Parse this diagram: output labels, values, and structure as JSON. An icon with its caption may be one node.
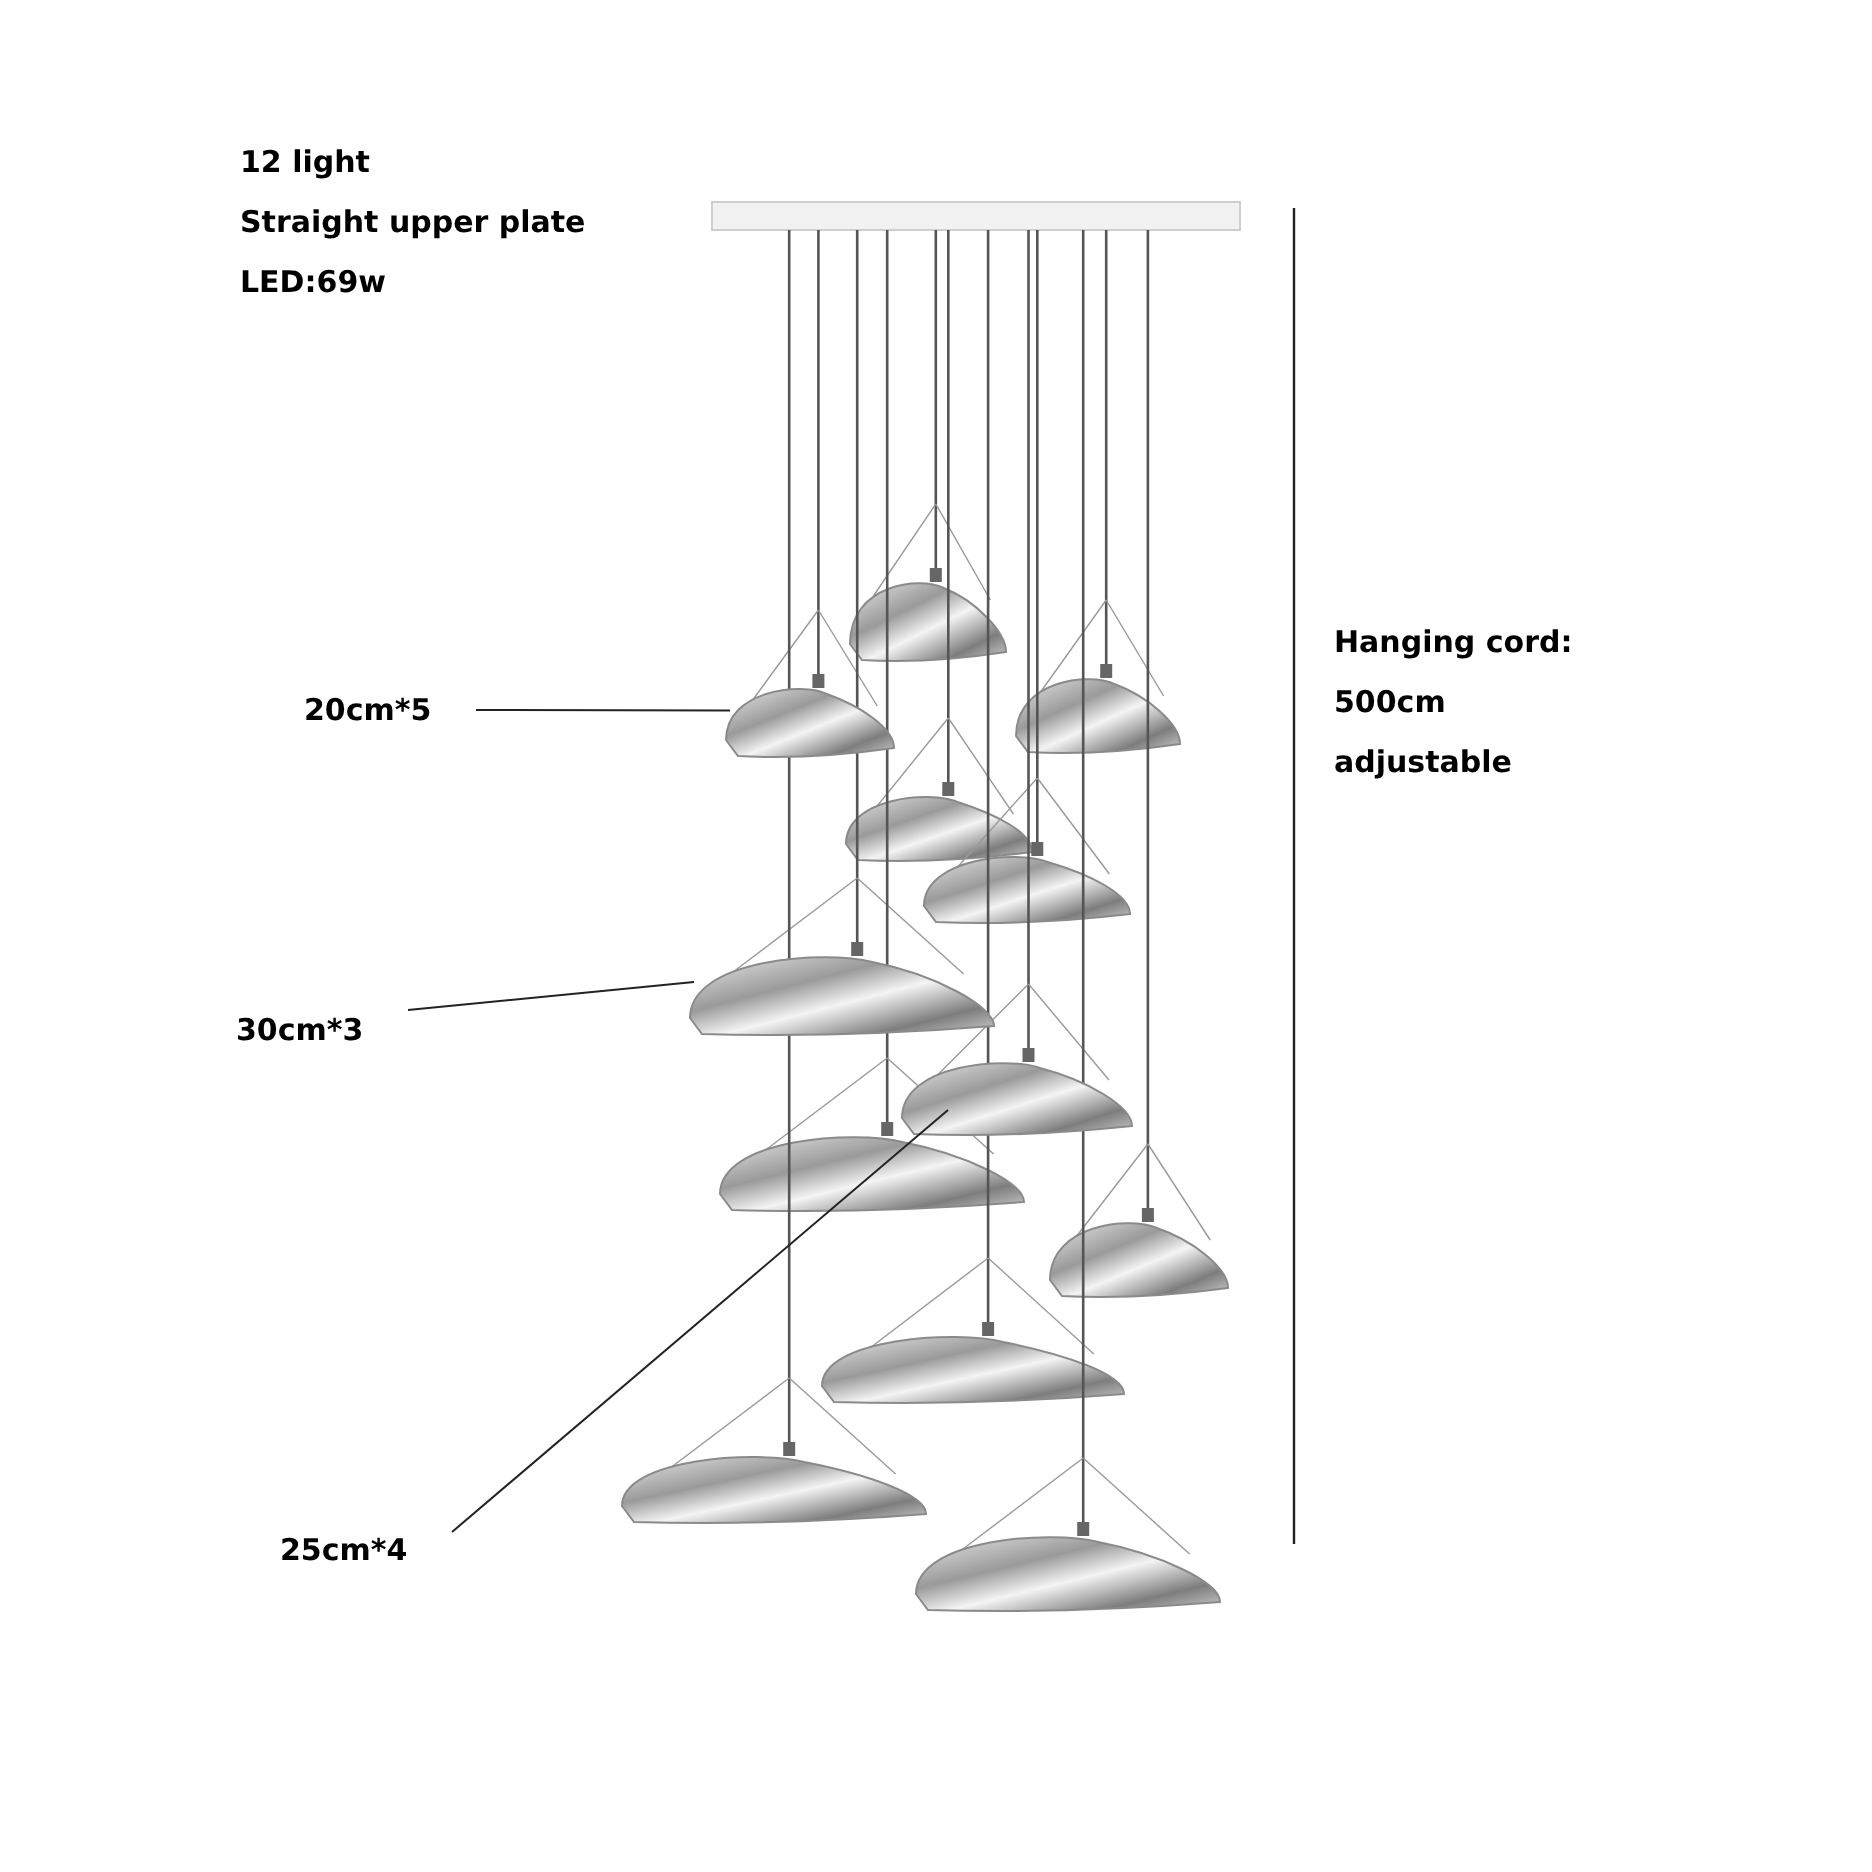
{
  "diagram": {
    "nodes": [
      {
        "text": [
          "20cm*5"
        ]
      },
      {
        "text": [],
        "shape": "picture"
      },
      {
        "text": [
          "30cm*3"
        ]
      },
      {
        "text": [],
        "shape": "picture"
      },
      {
        "text": [],
        "shape": "picture"
      },
      {
        "text": [
          "25cm*4"
        ]
      }
    ],
    "edges": [
      {
        "from": 0,
        "to": 1,
        "arrow": "none"
      },
      {
        "from": 2,
        "to": 3,
        "arrow": "none"
      },
      {
        "from": 5,
        "to": 4,
        "arrow": "none"
      }
    ],
    "labels": [
      "12 light",
      "Straight upper plate",
      "LED:69w",
      "Hanging cord:",
      "500cm",
      "adjustable"
    ]
  }
}
